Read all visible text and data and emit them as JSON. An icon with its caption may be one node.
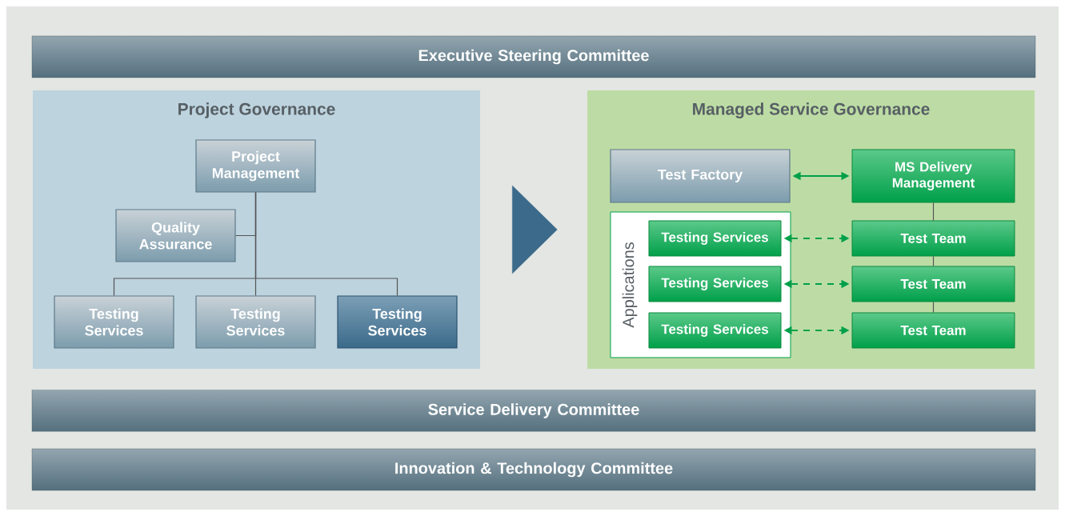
{
  "diagram": {
    "nodes": [
      {
        "text": [
          "Executive Steering Committee"
        ]
      },
      {
        "text": [
          "Project Governance"
        ]
      },
      {
        "text": [
          "Project Management"
        ],
        "in": 1
      },
      {
        "text": [
          "Quality Assurance"
        ],
        "in": 1
      },
      {
        "text": [
          "Testing Services"
        ],
        "in": 1
      },
      {
        "text": [
          "Testing Services"
        ],
        "in": 1
      },
      {
        "text": [
          "Testing Services"
        ],
        "in": 1
      },
      {
        "text": [
          "Managed Service Governance"
        ]
      },
      {
        "text": [
          "Test Factory"
        ],
        "in": 7
      },
      {
        "text": [
          "MS Delivery Management"
        ],
        "in": 7
      },
      {
        "text": [
          "Applications"
        ],
        "in": 7
      },
      {
        "text": [
          "Testing Services"
        ],
        "in": 10
      },
      {
        "text": [
          "Testing Services"
        ],
        "in": 10
      },
      {
        "text": [
          "Testing Services"
        ],
        "in": 10
      },
      {
        "text": [
          "Test Team"
        ],
        "in": 7
      },
      {
        "text": [
          "Test Team"
        ],
        "in": 7
      },
      {
        "text": [
          "Test Team"
        ],
        "in": 7
      },
      {
        "text": [
          "Service Delivery Committee"
        ]
      },
      {
        "text": [
          "Innovation & Technology Committee"
        ]
      }
    ],
    "edges": [
      {
        "from": 1,
        "to": 7,
        "arrow": "to",
        "style": "thick",
        "color": "#3b6a8a"
      },
      {
        "from": 2,
        "to": 3,
        "arrow": "none"
      },
      {
        "from": 2,
        "to": 4,
        "arrow": "none"
      },
      {
        "from": 2,
        "to": 5,
        "arrow": "none"
      },
      {
        "from": 2,
        "to": 6,
        "arrow": "none"
      },
      {
        "from": 8,
        "to": 9,
        "arrow": "both",
        "color": "#00a04a"
      },
      {
        "from": 11,
        "to": 14,
        "arrow": "both",
        "style": "dashed",
        "color": "#00a04a"
      },
      {
        "from": 12,
        "to": 15,
        "arrow": "both",
        "style": "dashed",
        "color": "#00a04a"
      },
      {
        "from": 13,
        "to": 16,
        "arrow": "both",
        "style": "dashed",
        "color": "#00a04a"
      },
      {
        "from": 9,
        "to": 14,
        "arrow": "none"
      },
      {
        "from": 14,
        "to": 15,
        "arrow": "none"
      },
      {
        "from": 15,
        "to": 16,
        "arrow": "none"
      }
    ]
  }
}
